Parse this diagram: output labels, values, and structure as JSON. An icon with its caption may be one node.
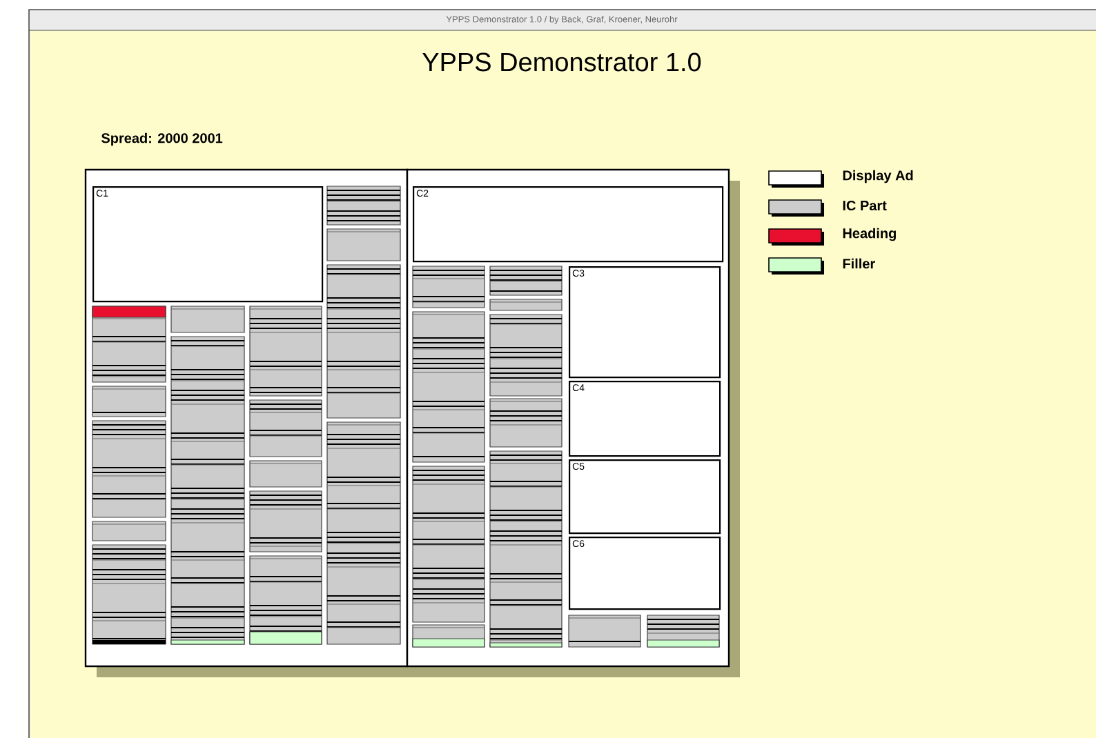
{
  "diagram": {
    "title": "YPPS Demonstrator 1.0",
    "nodes": [
      {
        "text": [
          "C1"
        ]
      },
      {
        "text": [
          "C2"
        ]
      },
      {
        "text": [
          "C3"
        ]
      },
      {
        "text": [
          "C4"
        ]
      },
      {
        "text": [
          "C5"
        ]
      },
      {
        "text": [
          "C6"
        ]
      }
    ],
    "labels": [
      "YPPS Demonstrator 1.0 / by Back, Graf, Kroener, Neurohr",
      "Spread: 2000 2001"
    ],
    "legend": [
      {
        "text": "Display Ad",
        "color": "#ffffff"
      },
      {
        "text": "IC Part",
        "color": "#cccccc"
      },
      {
        "text": "Heading",
        "color": "#e8102e"
      },
      {
        "text": "Filler",
        "color": "#ccffcc"
      }
    ]
  }
}
